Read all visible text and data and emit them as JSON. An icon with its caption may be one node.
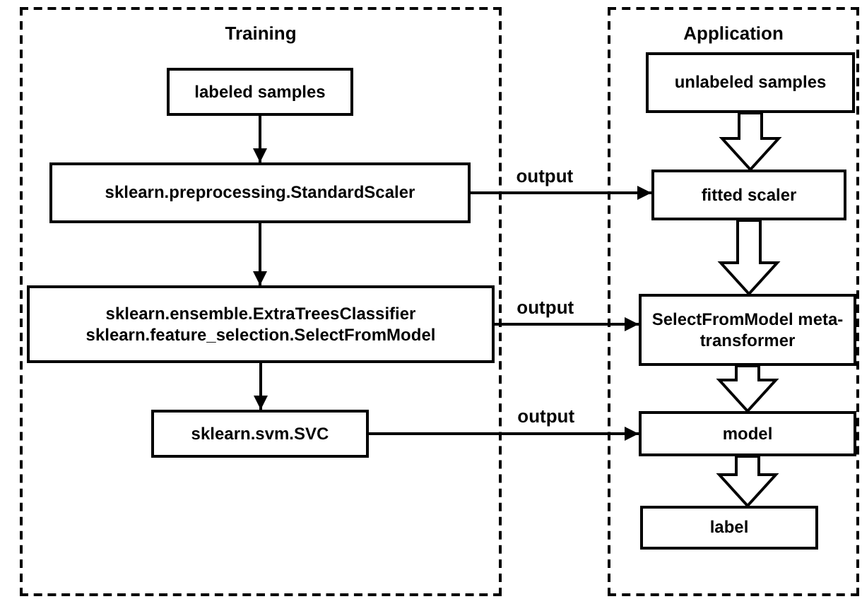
{
  "diagram": {
    "nodes": [
      {
        "text": [
          "Training"
        ]
      },
      {
        "text": [
          "labeled samples"
        ],
        "in": 0
      },
      {
        "text": [
          "sklearn.preprocessing.StandardScaler"
        ],
        "in": 0
      },
      {
        "text": [
          "sklearn.ensemble.ExtraTreesClassifier sklearn.feature_selection.SelectFromModel"
        ],
        "in": 0
      },
      {
        "text": [
          "sklearn.svm.SVC"
        ],
        "in": 0
      },
      {
        "text": [
          "Application"
        ]
      },
      {
        "text": [
          "unlabeled samples"
        ],
        "in": 5
      },
      {
        "text": [
          "fitted scaler"
        ],
        "in": 5
      },
      {
        "text": [
          "SelectFromModel meta-transformer"
        ],
        "in": 5
      },
      {
        "text": [
          "model"
        ],
        "in": 5
      },
      {
        "text": [
          "label"
        ],
        "in": 5
      }
    ],
    "edges": [
      {
        "from": 1,
        "to": 2,
        "arrow": "to"
      },
      {
        "from": 2,
        "to": 3,
        "arrow": "to"
      },
      {
        "from": 3,
        "to": 4,
        "arrow": "to"
      },
      {
        "from": 2,
        "to": 7,
        "arrow": "to",
        "label": "output"
      },
      {
        "from": 3,
        "to": 8,
        "arrow": "to",
        "label": "output"
      },
      {
        "from": 4,
        "to": 9,
        "arrow": "to",
        "label": "output"
      },
      {
        "from": 6,
        "to": 7,
        "arrow": "to",
        "style": "thick"
      },
      {
        "from": 7,
        "to": 8,
        "arrow": "to",
        "style": "thick"
      },
      {
        "from": 8,
        "to": 9,
        "arrow": "to",
        "style": "thick"
      },
      {
        "from": 9,
        "to": 10,
        "arrow": "to",
        "style": "thick"
      }
    ]
  }
}
